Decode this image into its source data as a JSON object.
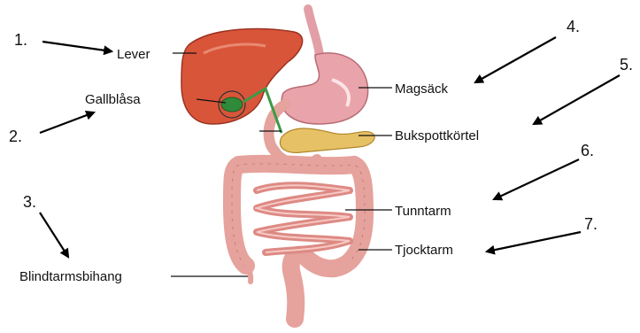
{
  "labels": {
    "lever": "Lever",
    "gallblasa": "Gallblåsa",
    "magsack": "Magsäck",
    "bukspottkortel": "Bukspottkörtel",
    "tunntarm": "Tunntarm",
    "tjocktarm": "Tjocktarm",
    "blindtarmsbihang": "Blindtarmsbihang"
  },
  "numbers": {
    "n1": "1.",
    "n2": "2.",
    "n3": "3.",
    "n4": "4.",
    "n5": "5.",
    "n6": "6.",
    "n7": "7."
  },
  "colors": {
    "liver": "#d9553a",
    "stomach": "#e9a3aa",
    "pancreas": "#e7c165",
    "intestine": "#e8a6a0",
    "gallbladder": "#2f8a3a"
  }
}
